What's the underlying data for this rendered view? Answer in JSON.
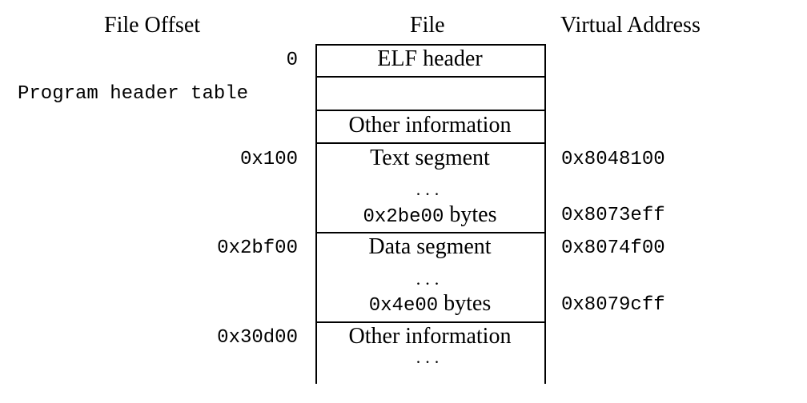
{
  "headers": {
    "file_offset": "File Offset",
    "file": "File",
    "virtual_address": "Virtual Address"
  },
  "offsets": {
    "zero": "0",
    "program_header_table": "Program header table",
    "text": "0x100",
    "data": "0x2bf00",
    "other": "0x30d00"
  },
  "file": {
    "elf_header": "ELF header",
    "other_info_1": "Other information",
    "text_segment": "Text segment",
    "text_dots": "...",
    "text_size": "0x2be00",
    "text_size_unit": "bytes",
    "data_segment": "Data segment",
    "data_dots": "...",
    "data_size": "0x4e00",
    "data_size_unit": "bytes",
    "other_info_2": "Other information",
    "other_dots": "..."
  },
  "addresses": {
    "text_start": "0x8048100",
    "text_end": "0x8073eff",
    "data_start": "0x8074f00",
    "data_end": "0x8079cff"
  }
}
